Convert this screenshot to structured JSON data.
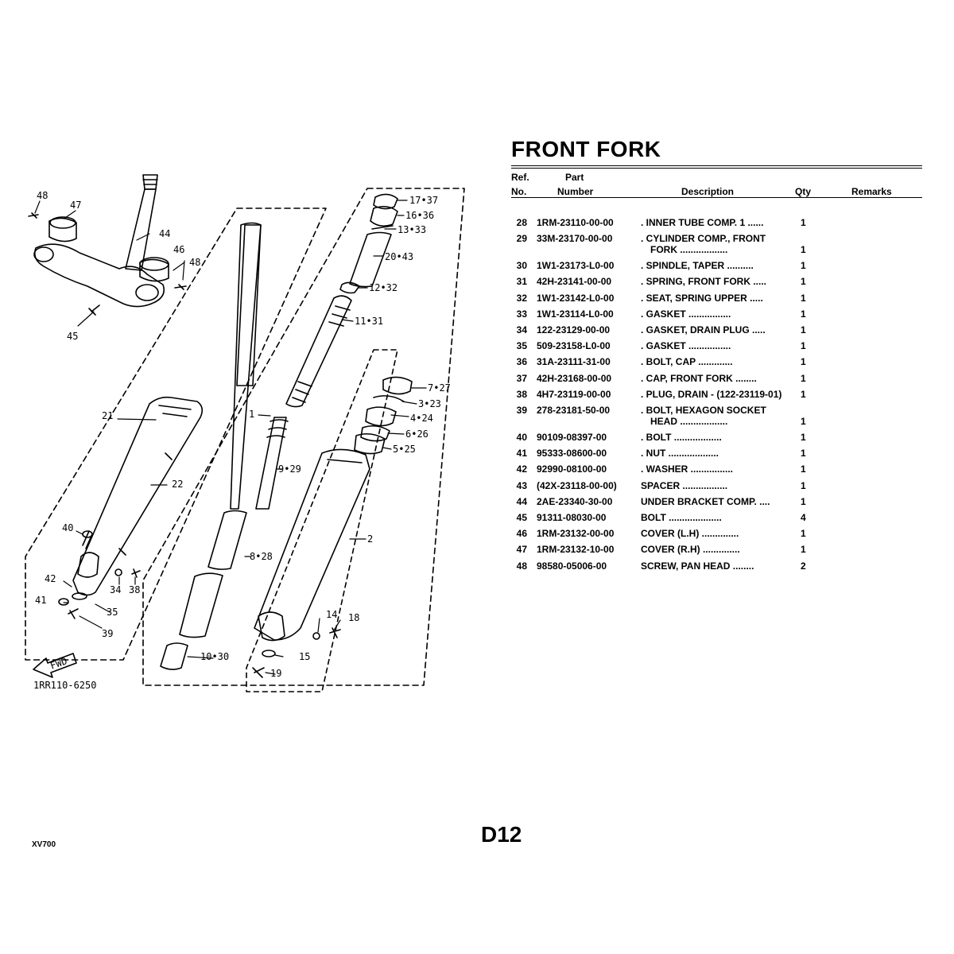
{
  "header": {
    "title": "FRONT FORK",
    "col_ref_line1": "Ref.",
    "col_ref_line2": "No.",
    "col_part_line1": "Part",
    "col_part_line2": "Number",
    "col_description": "Description",
    "col_qty": "Qty",
    "col_remarks": "Remarks"
  },
  "parts": [
    {
      "ref": "28",
      "part": "1RM-23110-00-00",
      "desc": ". INNER TUBE COMP. 1 ......",
      "desc2": "",
      "qty": "1"
    },
    {
      "ref": "29",
      "part": "33M-23170-00-00",
      "desc": ". CYLINDER COMP., FRONT",
      "desc2": "FORK ..................",
      "qty": "1"
    },
    {
      "ref": "30",
      "part": "1W1-23173-L0-00",
      "desc": ". SPINDLE, TAPER ..........",
      "desc2": "",
      "qty": "1"
    },
    {
      "ref": "31",
      "part": "42H-23141-00-00",
      "desc": ". SPRING, FRONT FORK .....",
      "desc2": "",
      "qty": "1"
    },
    {
      "ref": "32",
      "part": "1W1-23142-L0-00",
      "desc": ". SEAT, SPRING UPPER .....",
      "desc2": "",
      "qty": "1"
    },
    {
      "ref": "33",
      "part": "1W1-23114-L0-00",
      "desc": ". GASKET ................",
      "desc2": "",
      "qty": "1"
    },
    {
      "ref": "34",
      "part": "122-23129-00-00",
      "desc": ". GASKET, DRAIN PLUG .....",
      "desc2": "",
      "qty": "1"
    },
    {
      "ref": "35",
      "part": "509-23158-L0-00",
      "desc": ". GASKET ................",
      "desc2": "",
      "qty": "1"
    },
    {
      "ref": "36",
      "part": "31A-23111-31-00",
      "desc": ". BOLT, CAP .............",
      "desc2": "",
      "qty": "1"
    },
    {
      "ref": "37",
      "part": "42H-23168-00-00",
      "desc": ". CAP, FRONT FORK ........",
      "desc2": "",
      "qty": "1"
    },
    {
      "ref": "38",
      "part": "4H7-23119-00-00",
      "desc": ". PLUG, DRAIN - (122-23119-01)",
      "desc2": "",
      "qty": "1"
    },
    {
      "ref": "39",
      "part": "278-23181-50-00",
      "desc": ". BOLT, HEXAGON SOCKET",
      "desc2": "HEAD ..................",
      "qty": "1"
    },
    {
      "ref": "40",
      "part": "90109-08397-00",
      "desc": ". BOLT ..................",
      "desc2": "",
      "qty": "1"
    },
    {
      "ref": "41",
      "part": "95333-08600-00",
      "desc": ". NUT ...................",
      "desc2": "",
      "qty": "1"
    },
    {
      "ref": "42",
      "part": "92990-08100-00",
      "desc": ". WASHER ................",
      "desc2": "",
      "qty": "1"
    },
    {
      "ref": "43",
      "part": "(42X-23118-00-00)",
      "desc": "SPACER .................",
      "desc2": "",
      "qty": "1"
    },
    {
      "ref": "44",
      "part": "2AE-23340-30-00",
      "desc": "UNDER BRACKET COMP. ....",
      "desc2": "",
      "qty": "1"
    },
    {
      "ref": "45",
      "part": "91311-08030-00",
      "desc": "BOLT ....................",
      "desc2": "",
      "qty": "4"
    },
    {
      "ref": "46",
      "part": "1RM-23132-00-00",
      "desc": "COVER (L.H) ..............",
      "desc2": "",
      "qty": "1"
    },
    {
      "ref": "47",
      "part": "1RM-23132-10-00",
      "desc": "COVER (R.H) ..............",
      "desc2": "",
      "qty": "1"
    },
    {
      "ref": "48",
      "part": "98580-05006-00",
      "desc": "SCREW, PAN HEAD ........",
      "desc2": "",
      "qty": "2"
    }
  ],
  "diagram": {
    "labels": {
      "l48a": "48",
      "l47": "47",
      "l44": "44",
      "l46": "46",
      "l48b": "48",
      "l45": "45",
      "l17": "17•37",
      "l16": "16•36",
      "l13": "13•33",
      "l20": "20•43",
      "l12": "12•32",
      "l11": "11•31",
      "l7": "7•27",
      "l3": "3•23",
      "l4": "4•24",
      "l6": "6•26",
      "l5": "5•25",
      "l1": "1",
      "l21": "21",
      "l22": "22",
      "l9": "9•29",
      "l2": "2",
      "l8": "8•28",
      "l40": "40",
      "l42": "42",
      "l34": "34",
      "l38": "38",
      "l41": "41",
      "l35": "35",
      "l39": "39",
      "l14": "14",
      "l18": "18",
      "l15": "15",
      "l10": "10•30",
      "l19": "19",
      "fwd": "FWD",
      "code": "1RR110-6250"
    }
  },
  "footer": {
    "page_code": "D12",
    "model": "XV700"
  }
}
